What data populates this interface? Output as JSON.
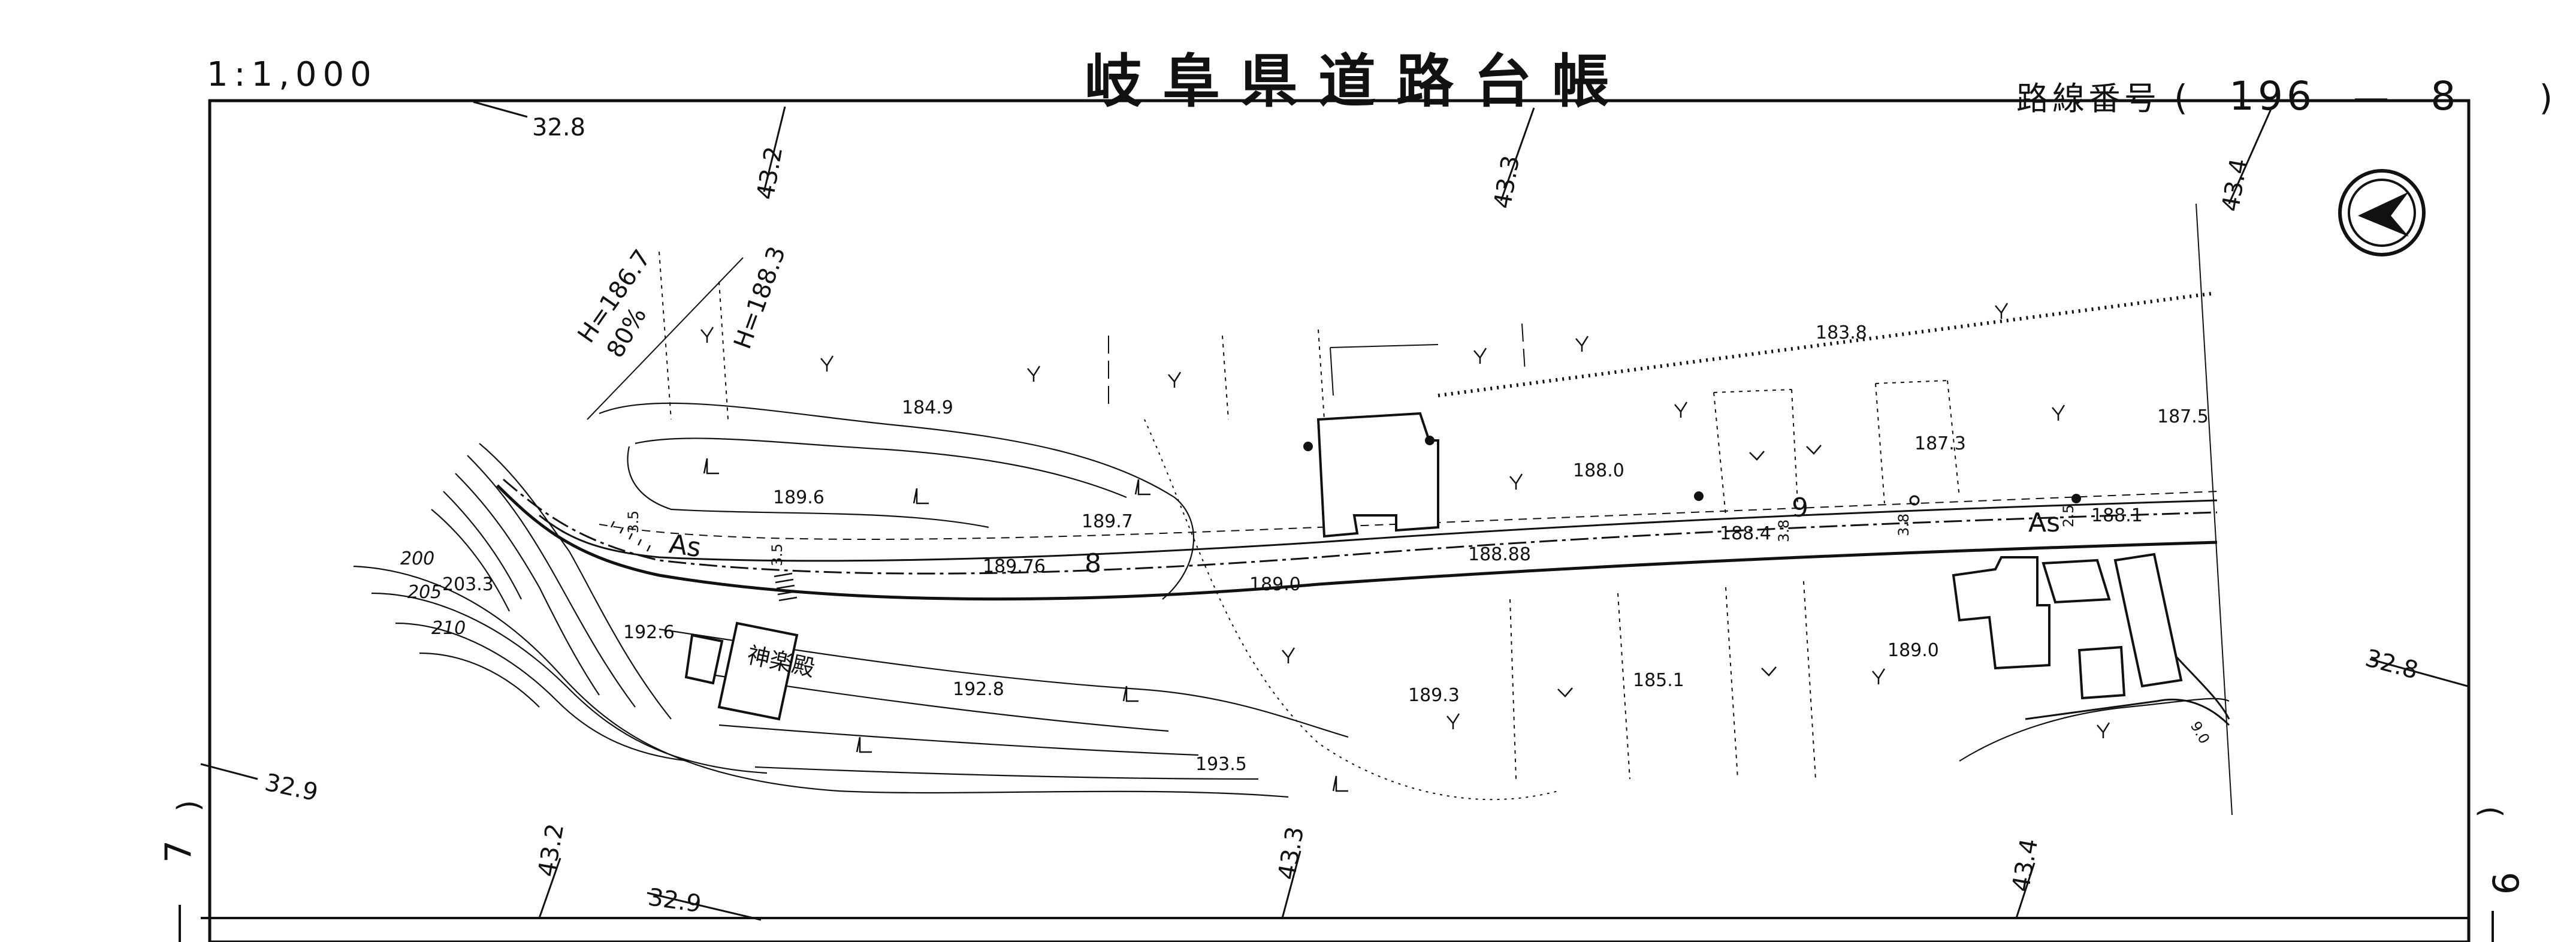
{
  "header": {
    "scale": "1:1,000",
    "title": "岐阜県道路台帳",
    "route_label": "路線番号",
    "route_open": "(",
    "route_number": "196",
    "route_dash": "—",
    "route_sub": "8",
    "route_close": ")"
  },
  "side_marks": {
    "left_sheet": "7",
    "right_sheet": "9"
  },
  "map": {
    "coordinate_labels": {
      "c1": "32.8",
      "c2": "43.2",
      "c3": "43.3",
      "c4": "43.4",
      "c5": "32.8",
      "c6": "32.9",
      "c7": "43.2",
      "c8": "32.9",
      "c9": "43.3",
      "c10": "43.4"
    },
    "height_labels": {
      "h1": "H=186.7",
      "h2": "H=188.3",
      "grade": "80%"
    },
    "road_labels": {
      "as_left": "As",
      "as_right": "As",
      "station_8": "8",
      "station_9": "9"
    },
    "shrine": "神楽殿",
    "elevations": {
      "e1": "184.9",
      "e2": "189.6",
      "e3": "189.7",
      "e4": "189.76",
      "e5": "189.0",
      "e6": "188.88",
      "e7": "192.6",
      "e8": "192.8",
      "e9": "193.5",
      "e10": "189.3",
      "e11": "185.1",
      "e12": "189.0",
      "e13": "188.0",
      "e14": "188.4",
      "e15": "183.8",
      "e16": "187.3",
      "e17": "187.5",
      "e18": "188.1",
      "e19": "203.3"
    },
    "contours": {
      "t200": "200",
      "t205": "205",
      "t210": "210"
    },
    "widths": {
      "w1": "3.5",
      "w2": "3.8",
      "w3": "3.8",
      "w4": "2.5",
      "w5": "3.5",
      "w6": "9.0"
    }
  },
  "colors": {
    "ink": "#111111",
    "paper": "#ffffff"
  }
}
